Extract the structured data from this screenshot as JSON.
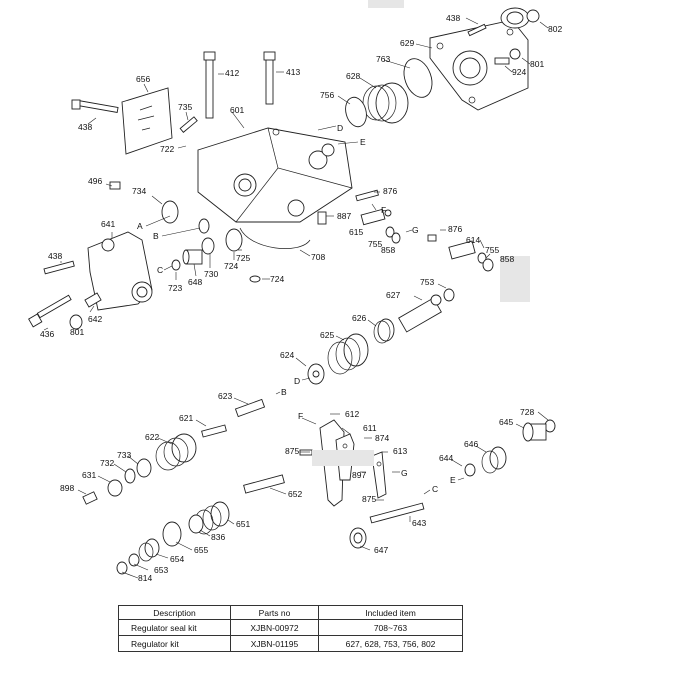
{
  "diagram": {
    "part_labels": {
      "l438a": "438",
      "l802": "802",
      "l629": "629",
      "l801a": "801",
      "l924": "924",
      "l763": "763",
      "l628": "628",
      "l756": "756",
      "l656": "656",
      "l412": "412",
      "l413": "413",
      "l438b": "438",
      "l735": "735",
      "l601": "601",
      "l722": "722",
      "lD1": "D",
      "lE1": "E",
      "l496": "496",
      "l734": "734",
      "l876a": "876",
      "lF1": "F",
      "l887": "887",
      "lA": "A",
      "lB1": "B",
      "l641": "641",
      "l615": "615",
      "lG1": "G",
      "l876b": "876",
      "l614": "614",
      "l755a": "755",
      "l858a": "858",
      "l755b": "755",
      "l858b": "858",
      "l438c": "438",
      "lC1": "C",
      "l723": "723",
      "l648": "648",
      "l730": "730",
      "l724a": "724",
      "l725": "725",
      "l708": "708",
      "l724b": "724",
      "l753": "753",
      "l627": "627",
      "l642": "642",
      "l801b": "801",
      "l436": "436",
      "l626": "626",
      "l625": "625",
      "l624": "624",
      "lD2": "D",
      "l623": "623",
      "lB2": "B",
      "l612": "612",
      "lF2": "F",
      "l621": "621",
      "l611": "611",
      "l874": "874",
      "l728": "728",
      "l645": "645",
      "l622": "622",
      "l875a": "875",
      "l613": "613",
      "l646": "646",
      "l733": "733",
      "l897": "897",
      "l644": "644",
      "l732": "732",
      "lG2": "G",
      "lE2": "E",
      "l631": "631",
      "l898": "898",
      "lC2": "C",
      "l652": "652",
      "l875b": "875",
      "l651": "651",
      "l643": "643",
      "l836": "836",
      "l655": "655",
      "l654": "654",
      "l647": "647",
      "l653": "653",
      "l814": "814"
    }
  },
  "table": {
    "headers": {
      "description": "Description",
      "parts_no": "Parts no",
      "included": "Included item"
    },
    "rows": [
      {
        "description": "Regulator seal kit",
        "parts_no": "XJBN-00972",
        "included": "708~763"
      },
      {
        "description": "Regulator kit",
        "parts_no": "XJBN-01195",
        "included": "627, 628, 753, 756, 802"
      }
    ]
  }
}
